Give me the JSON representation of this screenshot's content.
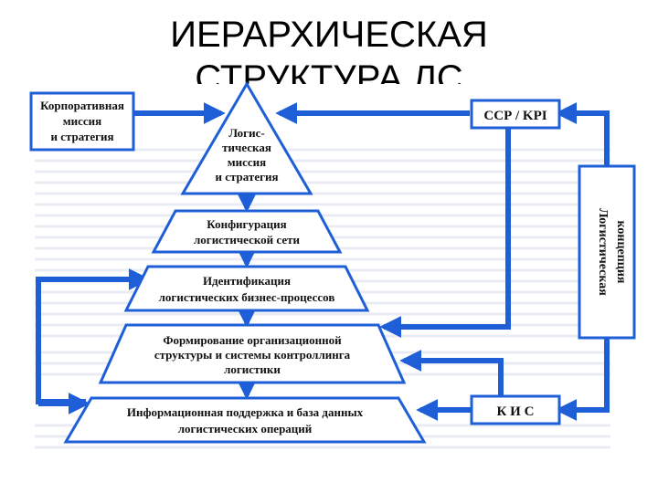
{
  "slide": {
    "title_line1": "ИЕРАРХИЧЕСКАЯ",
    "title_line2": "СТРУКТУРА ЛС"
  },
  "colors": {
    "blue": "#1e5fd8",
    "outline": "#1e5fd8",
    "box_fill": "#ffffff",
    "text": "#111111"
  },
  "side_boxes": {
    "mission": {
      "lines": [
        "Корпоративная",
        "миссия",
        "и стратегия"
      ]
    },
    "ssp_kpi": {
      "lines": [
        "ССР / KPI"
      ]
    },
    "kis": {
      "lines": [
        "К И С"
      ]
    },
    "concept": {
      "lines": [
        "Логистическая",
        "концепция"
      ]
    }
  },
  "pyramid": {
    "levels": [
      {
        "lines": [
          "Логис-",
          "тическая",
          "миссия",
          "и стратегия"
        ]
      },
      {
        "lines": [
          "Конфигурация",
          "логистической сети"
        ]
      },
      {
        "lines": [
          "Идентификация",
          "логистических бизнес-процессов"
        ]
      },
      {
        "lines": [
          "Формирование организационной",
          "структуры и системы контроллинга",
          "логистики"
        ]
      },
      {
        "lines": [
          "Информационная поддержка и база данных",
          "логистических операций"
        ]
      }
    ]
  }
}
